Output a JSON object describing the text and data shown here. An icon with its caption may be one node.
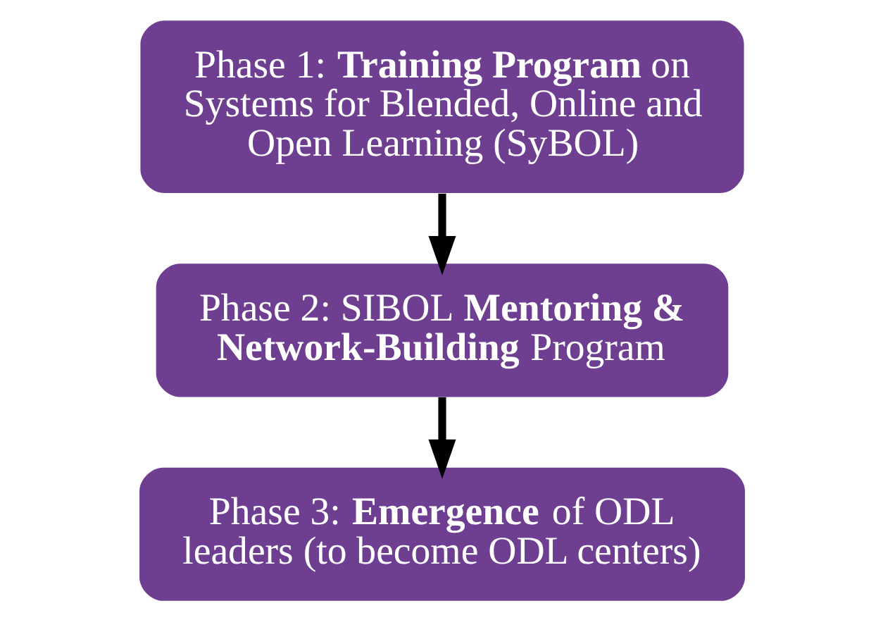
{
  "diagram": {
    "nodes": [
      {
        "text": [
          "Phase 1: **Training Program** on Systems for Blended, Online and Open Learning (SyBOL)"
        ]
      },
      {
        "text": [
          "Phase 2: SIBOL **Mentoring & Network-Building** Program"
        ]
      },
      {
        "text": [
          "Phase 3: **Emergence** of ODL leaders (to become ODL centers)"
        ]
      }
    ],
    "edges": [
      {
        "from": 0,
        "to": 1,
        "arrow": "to"
      },
      {
        "from": 1,
        "to": 2,
        "arrow": "to"
      }
    ]
  }
}
